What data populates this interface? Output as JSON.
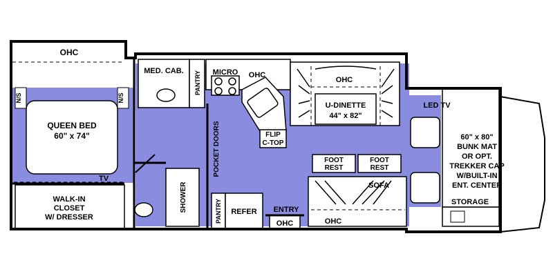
{
  "colors": {
    "floor": "#8a8ce0",
    "wall": "#000000",
    "cabinet": "#ffffff",
    "background": "#ffffff"
  },
  "labels": {
    "ohc_bedroom": "OHC",
    "queen_bed_title": "QUEEN BED",
    "queen_bed_size": "60\" x 74\"",
    "ns_left": "N/S",
    "ns_right": "N/S",
    "tv_bedroom": "TV",
    "closet_line1": "WALK-IN",
    "closet_line2": "CLOSET",
    "closet_line3": "W/ DRESSER",
    "med_cab": "MED. CAB.",
    "pantry_top": "PANTRY",
    "shower": "SHOWER",
    "pocket_doors": "POCKET DOORS",
    "pantry_bottom": "PANTRY",
    "refer": "REFER",
    "entry": "ENTRY",
    "ohc_entry": "OHC",
    "micro": "MICRO",
    "ohc_kitchen": "OHC",
    "flip_line1": "FLIP",
    "flip_line2": "C-TOP",
    "ohc_dinette": "OHC",
    "dinette_title": "U-DINETTE",
    "dinette_size": "44\" x 82\"",
    "foot_rest_1_line1": "FOOT",
    "foot_rest_1_line2": "REST",
    "foot_rest_2_line1": "FOOT",
    "foot_rest_2_line2": "REST",
    "sofa": "SOFA",
    "ohc_sofa": "OHC",
    "led_tv": "LED TV",
    "bunk_line1": "60\" x 80\"",
    "bunk_line2": "BUNK MAT",
    "bunk_line3": "OR OPT.",
    "bunk_line4": "TREKKER CAP",
    "bunk_line5": "W/BUILT-IN",
    "bunk_line6": "ENT. CENTER",
    "storage": "STORAGE"
  }
}
